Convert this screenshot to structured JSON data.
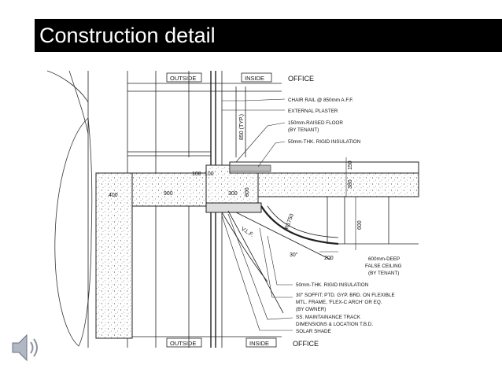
{
  "slide": {
    "title": "Construction detail"
  },
  "drawing": {
    "top_labels": {
      "outside": "OUTSIDE",
      "inside": "INSIDE",
      "office": "OFFICE"
    },
    "bottom_labels": {
      "outside": "OUTSIDE",
      "inside": "INSIDE",
      "office": "OFFICE"
    },
    "dimensions": {
      "d_850_typ": "850 (TYP.)",
      "d_150": "150",
      "d_380": "380",
      "d_600": "600",
      "d_400": "400",
      "d_900": "900",
      "d_100a": "100",
      "d_100b": "100",
      "d_300": "300",
      "d_800": "800",
      "d_200": "200",
      "d_angle": "30°",
      "vlf": "V.L.F.",
      "d_1750": "R1750"
    },
    "callouts": [
      "CHAIR RAIL @ 850mm A.F.F.",
      "EXTERNAL PLASTER",
      "150mm-RAISED FLOOR",
      "(BY TENANT)",
      "50mm-THK. RIGID INSULATION"
    ],
    "lower_callouts": [
      "50mm-THK. RIGID INSULATION",
      "30\" SOFFIT; PTD. GYP. BRD. ON FLEXIBLE",
      "MTL. FRAME, 'FLEX-C ARCH' OR EQ.",
      "(BY OWNER)",
      "SS. MAINTAINANCE TRACK",
      "DIMENSIONS & LOCATION T.B.D.",
      "SOLAR SHADE"
    ],
    "ceiling_note": [
      "600mm-DEEP",
      "FALSE CEILING",
      "(BY TENANT)"
    ]
  },
  "icons": {
    "speaker": "speaker-icon"
  }
}
